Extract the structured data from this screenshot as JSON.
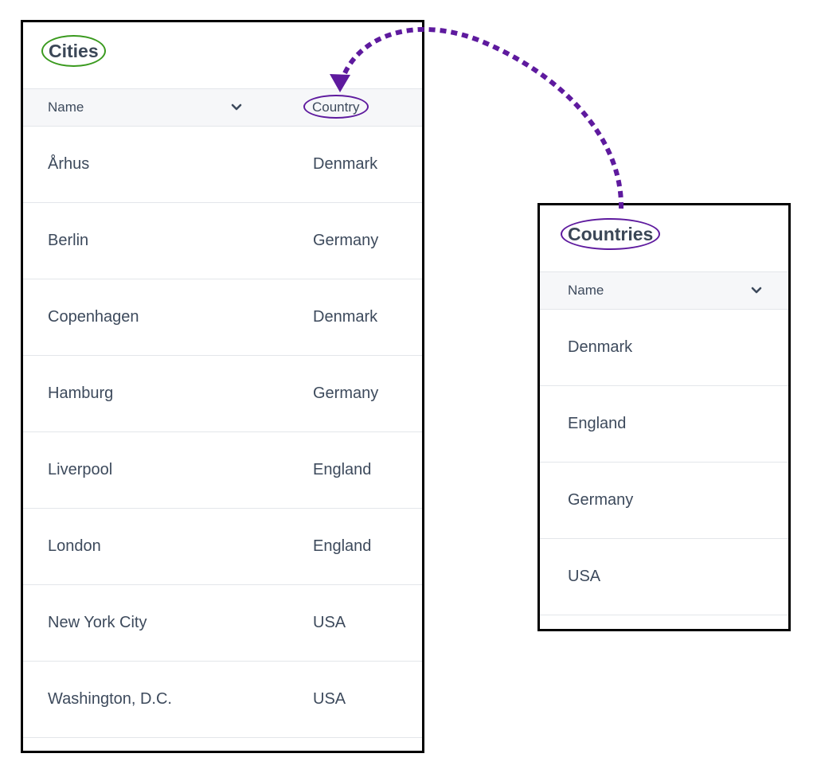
{
  "cities": {
    "title": "Cities",
    "columns": {
      "name": "Name",
      "country": "Country"
    },
    "rows": [
      {
        "name": "Århus",
        "country": "Denmark"
      },
      {
        "name": "Berlin",
        "country": "Germany"
      },
      {
        "name": "Copenhagen",
        "country": "Denmark"
      },
      {
        "name": "Hamburg",
        "country": "Germany"
      },
      {
        "name": "Liverpool",
        "country": "England"
      },
      {
        "name": "London",
        "country": "England"
      },
      {
        "name": "New York City",
        "country": "USA"
      },
      {
        "name": "Washington, D.C.",
        "country": "USA"
      }
    ]
  },
  "countries": {
    "title": "Countries",
    "columns": {
      "name": "Name"
    },
    "rows": [
      {
        "name": "Denmark"
      },
      {
        "name": "England"
      },
      {
        "name": "Germany"
      },
      {
        "name": "USA"
      }
    ]
  },
  "colors": {
    "cities_highlight": "#3a9a1e",
    "relation_highlight": "#5e1a9e",
    "arrow": "#5e1a9e"
  },
  "icons": {
    "sort": "chevron-down-icon"
  }
}
